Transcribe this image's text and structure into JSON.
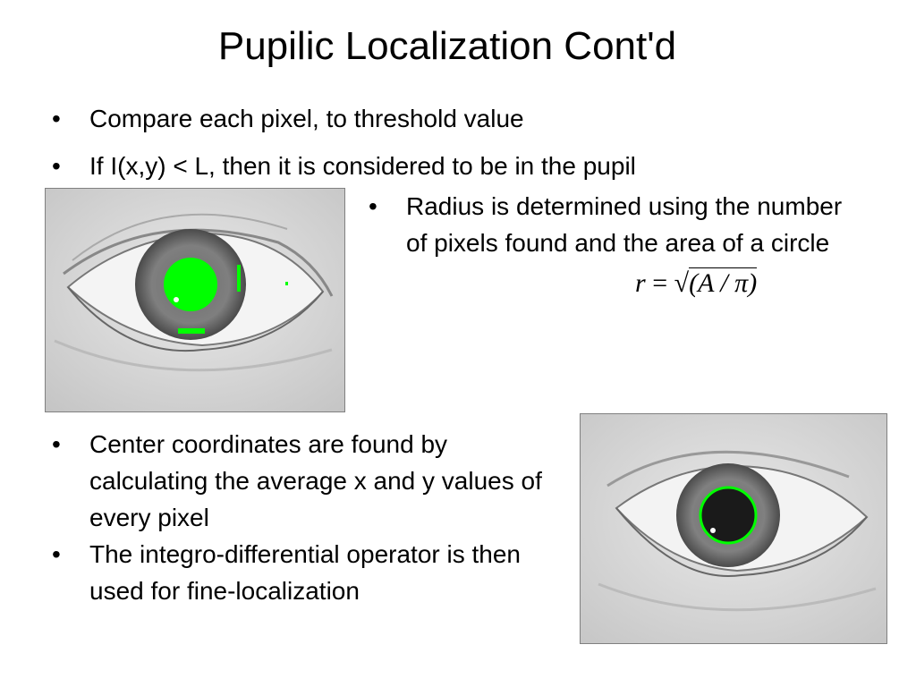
{
  "slide": {
    "title": "Pupilic Localization Cont'd",
    "bullet_glyph": "•",
    "top_bullets": [
      "Compare each pixel, to threshold value",
      "If I(x,y) < L, then it is considered to be in the pupil"
    ],
    "radius_bullet": "Radius is determined using the number of pixels found and the area of a circle",
    "formula": {
      "lhs": "r",
      "equals": "=",
      "radical": "√",
      "body": "(A / π)"
    },
    "bottom_bullets": [
      "Center coordinates are found by calculating the average x and y values of every pixel",
      "The integro-differential operator is then used for fine-localization"
    ]
  },
  "colors": {
    "highlight": "#00ff00",
    "text": "#000000"
  }
}
